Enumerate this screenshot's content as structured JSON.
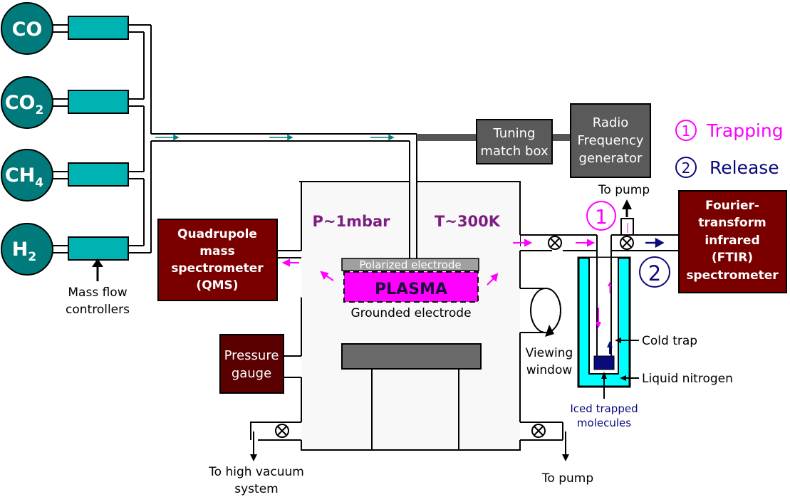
{
  "gases": [
    {
      "main": "CO",
      "sub": ""
    },
    {
      "main": "CO",
      "sub": "2"
    },
    {
      "main": "CH",
      "sub": "4"
    },
    {
      "main": "H",
      "sub": "2"
    }
  ],
  "labels": {
    "mass_flow": [
      "Mass flow",
      "controllers"
    ],
    "qms": [
      "Quadrupole",
      "mass",
      "spectrometer",
      "(QMS)"
    ],
    "pressure_gauge": [
      "Pressure",
      "gauge"
    ],
    "tuning": [
      "Tuning",
      "match box"
    ],
    "rf": [
      "Radio",
      "Frequency",
      "generator"
    ],
    "pressure": "P~1mbar",
    "temperature": "T~300K",
    "polarized": "Polarized electrode",
    "plasma": "PLASMA",
    "grounded": "Grounded electrode",
    "to_pump_top": "To pump",
    "to_pump_bottom": "To pump",
    "to_high_vacuum": [
      "To high vacuum",
      "system"
    ],
    "viewing_window": [
      "Viewing",
      "window"
    ],
    "cold_trap": "Cold trap",
    "liquid_nitrogen": "Liquid nitrogen",
    "iced": [
      "Iced trapped",
      "molecules"
    ],
    "ftir": [
      "Fourier-",
      "transform",
      "infrared",
      "(FTIR)",
      "spectrometer"
    ],
    "step1_num": "1",
    "step1_label": "Trapping",
    "step2_num": "2",
    "step2_label": "Release",
    "circle1": "1",
    "circle2": "2"
  },
  "colors": {
    "tank": "#007a7a",
    "mfc": "#00b3b3",
    "dark_red": "#7a0000",
    "gray_box": "#5a5a5a",
    "magenta": "#ff00ff",
    "navy": "#0a0a7a",
    "cyan": "#00ffff",
    "purple": "#7d1d82"
  }
}
